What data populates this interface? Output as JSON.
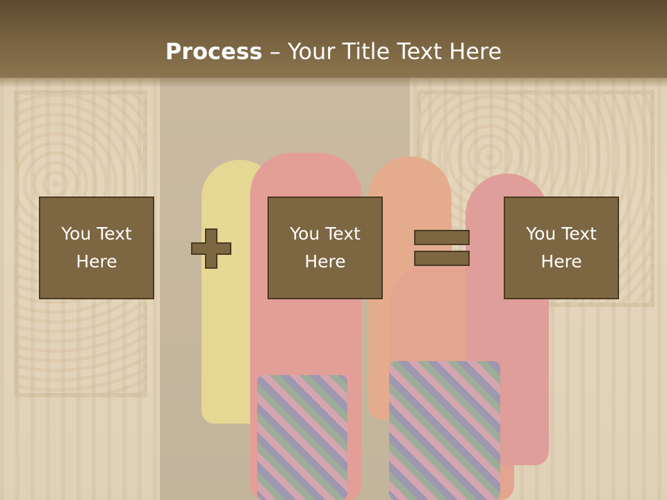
{
  "slide": {
    "title_bold": "Process",
    "title_rest": " – Your Title Text Here",
    "boxes": [
      {
        "label": "You Text\nHere"
      },
      {
        "label": "You Text\nHere"
      },
      {
        "label": "You Text\nHere"
      }
    ],
    "operators": [
      "plus-icon",
      "equals-icon"
    ],
    "colors": {
      "title_band": "#7a6441",
      "box_fill": "#7d6642",
      "box_border": "#4a3a22",
      "text": "#ffffff"
    }
  }
}
